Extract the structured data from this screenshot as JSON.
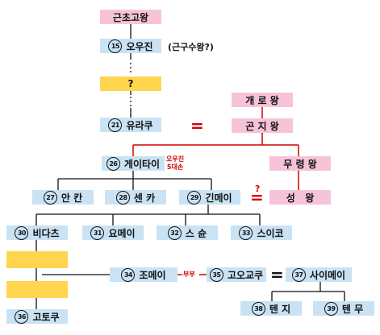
{
  "nodes": [
    {
      "id": "n1",
      "num": "",
      "label": "근초고왕"
    },
    {
      "id": "n2",
      "num": "15",
      "label": "오우진"
    },
    {
      "id": "n3",
      "num": "",
      "label": "?"
    },
    {
      "id": "n4",
      "num": "21",
      "label": "유라쿠"
    },
    {
      "id": "n5",
      "num": "",
      "label": "개 로 왕"
    },
    {
      "id": "n6",
      "num": "",
      "label": "곤 지 왕"
    },
    {
      "id": "n7",
      "num": "26",
      "label": "게이타이"
    },
    {
      "id": "n8",
      "num": "",
      "label": "무 령 왕"
    },
    {
      "id": "n9",
      "num": "27",
      "label": "안 칸"
    },
    {
      "id": "n10",
      "num": "28",
      "label": "센 카"
    },
    {
      "id": "n11",
      "num": "29",
      "label": "긴메이"
    },
    {
      "id": "n12",
      "num": "",
      "label": "성   왕"
    },
    {
      "id": "n13",
      "num": "30",
      "label": "비다츠"
    },
    {
      "id": "n14",
      "num": "31",
      "label": "요메이"
    },
    {
      "id": "n15",
      "num": "32",
      "label": "스 슌"
    },
    {
      "id": "n16",
      "num": "33",
      "label": "스이코"
    },
    {
      "id": "n17",
      "num": "",
      "label": ""
    },
    {
      "id": "n18",
      "num": "34",
      "label": "조메이"
    },
    {
      "id": "n19",
      "num": "35",
      "label": "고오교쿠"
    },
    {
      "id": "n20",
      "num": "37",
      "label": "사이메이"
    },
    {
      "id": "n21",
      "num": "",
      "label": ""
    },
    {
      "id": "n22",
      "num": "38",
      "label": "텐 지"
    },
    {
      "id": "n23",
      "num": "39",
      "label": "텐 무"
    },
    {
      "id": "n24",
      "num": "36",
      "label": "고토쿠"
    }
  ],
  "annotations": {
    "ojin_note": "(근구수왕?)",
    "keitai_note_line1": "오우진",
    "keitai_note_line2": "5대손",
    "couple": "부부",
    "equal": "=",
    "equal_question": "?",
    "question_equal": "="
  },
  "colors": {
    "royal_baekje": "#f7c3d8",
    "emperor": "#c9e3f4",
    "unknown": "#ffd54f",
    "relation_line": "#d40000"
  }
}
